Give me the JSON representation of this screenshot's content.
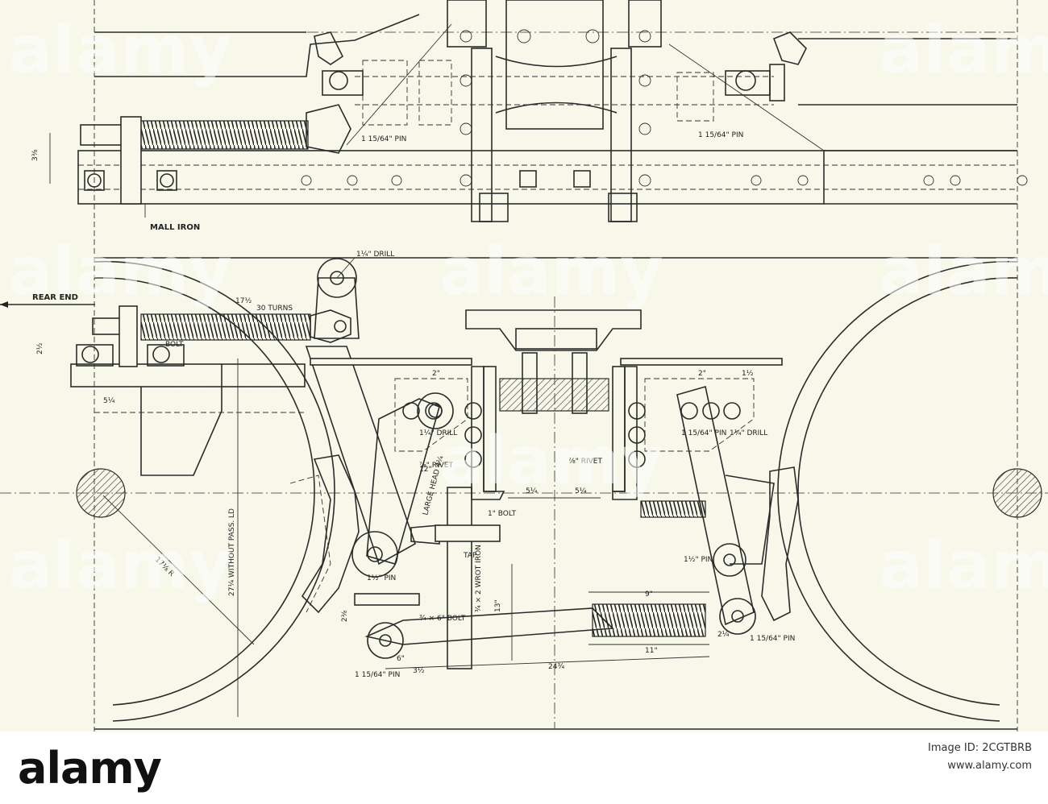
{
  "labels": {
    "mall_iron": "MALL IRON",
    "rear_end": "REAR END",
    "thirty_turns": "30 TURNS",
    "bolt": "BOLT",
    "drill_top": "1¼\" DRILL",
    "drill_left": "1¼\" DRILL",
    "drill_right": "1¼\" DRILL",
    "pin_top_left": "1 15/64\" PIN",
    "pin_top_right": "1 15/64\" PIN",
    "pin_mid_left": "1½\" PIN",
    "pin_right_upper": "1 15/64\" PIN",
    "pin_right_mid": "1½\" PIN",
    "pin_right_lower": "1 15/64\" PIN",
    "pin_bottom_left": "1 15/64\" PIN",
    "rivet_left": "⅞\" RIVET",
    "rivet_right": "⅞\" RIVET",
    "one_bolt": "1\" BOLT",
    "tap": "TAP",
    "wrot_iron": "¾ × 2 WROT IRON",
    "large_head": "LARGE HEAD 4¼",
    "g_bolt": "¾ × 6\" BOLT",
    "without_pass": "27¼ WITHOUT PASS. LD",
    "radius": "17⅛ R"
  },
  "dimensions": {
    "d_3_3_8": "3⅜",
    "d_17_half": "17½",
    "d_2_half": "2½",
    "d_5_4": "5¼",
    "d_2_3_8": "2⅜",
    "d_12": "12\"",
    "d_5_1_4_left": "5¼",
    "d_5_1_4_right": "5¼",
    "d_13": "13\"",
    "d_9": "9\"",
    "d_11": "11\"",
    "d_24_3_4": "24¾",
    "d_3_half": "3½",
    "d_2_quarter": "2¼",
    "d_6": "6\"",
    "d_2_a": "2\"",
    "d_2_b": "2\"",
    "d_1_half": "1½"
  },
  "watermark": {
    "text": "alamy"
  },
  "footer": {
    "logo": "alamy",
    "image_id": "Image ID: 2CGTBRB",
    "url": "www.alamy.com"
  }
}
